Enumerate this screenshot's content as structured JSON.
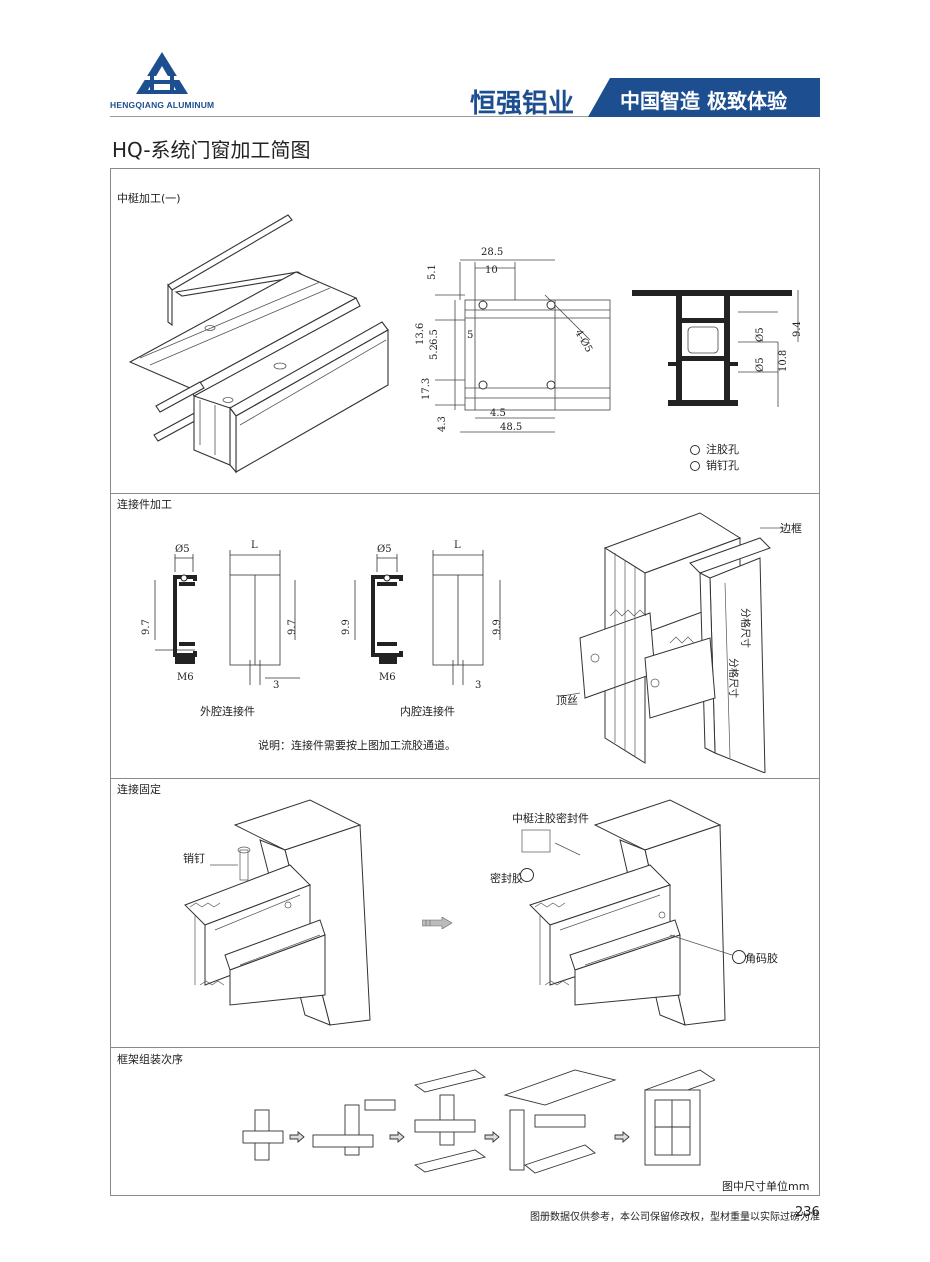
{
  "header": {
    "company_en": "HENGQIANG ALUMINUM",
    "brand": "恒强铝业",
    "slogan": "中国智造 极致体验",
    "colors": {
      "accent": "#1d4e8f"
    }
  },
  "page_title": "HQ-系统门窗加工简图",
  "sections": {
    "s1": {
      "label": "中梃加工(一)",
      "legend": [
        "注胶孔",
        "销钉孔"
      ],
      "dims_top": [
        "28.5",
        "10",
        "5.1"
      ],
      "dims_left": [
        "13.6",
        "6.5",
        "5.2",
        "17.3",
        "4.3"
      ],
      "dims_inner": [
        "5",
        "4-Ø5"
      ],
      "dims_bottom": [
        "4.5",
        "48.5"
      ],
      "dims_right": [
        "Ø5",
        "Ø5",
        "9.4",
        "10.8"
      ]
    },
    "s2": {
      "label": "连接件加工",
      "outer": {
        "caption": "外腔连接件",
        "d5": "Ø5",
        "L": "L",
        "h1": "9.7",
        "h2": "9.7",
        "m6": "M6",
        "three": "3"
      },
      "inner": {
        "caption": "内腔连接件",
        "d5": "Ø5",
        "L": "L",
        "h1": "9.9",
        "h2": "9.9",
        "m6": "M6",
        "three": "3"
      },
      "note": "说明：连接件需要按上图加工流胶通道。",
      "callout_frame": "边框",
      "callout_screw": "顶丝",
      "vert_text_1": "分格尺寸",
      "vert_text_2": "分格尺寸"
    },
    "s3": {
      "label": "连接固定",
      "pin": "销钉",
      "mullion_seal": "中梃注胶密封件",
      "sealant": "密封胶",
      "corner_glue": "角码胶"
    },
    "s4": {
      "label": "框架组装次序",
      "unit_note": "图中尺寸单位mm"
    }
  },
  "footer": {
    "disclaimer": "图册数据仅供参考，本公司保留修改权，型材重量以实际过磅为准",
    "page": "236"
  }
}
